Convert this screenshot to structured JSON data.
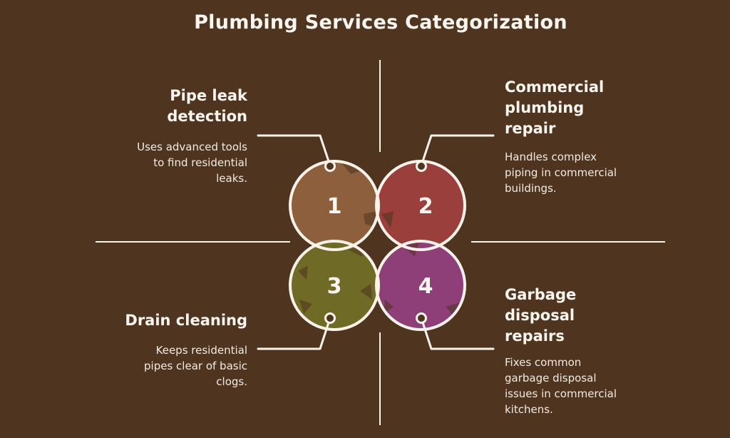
{
  "title": "Plumbing Services Categorization",
  "colors": {
    "background": "#4f3420",
    "line": "#fbf3ea",
    "circle_1": "#8e5f3c",
    "circle_2": "#9a3f3c",
    "circle_3": "#6f6a26",
    "circle_4": "#8e3f78"
  },
  "items": [
    {
      "number": "1",
      "heading": "Pipe leak detection",
      "heading_lines": [
        "Pipe leak",
        "detection"
      ],
      "description_lines": [
        "Uses advanced tools",
        "to find residential",
        "leaks."
      ]
    },
    {
      "number": "2",
      "heading": "Commercial plumbing repair",
      "heading_lines": [
        "Commercial",
        "plumbing",
        "repair"
      ],
      "description_lines": [
        "Handles complex",
        "piping in commercial",
        "buildings."
      ]
    },
    {
      "number": "3",
      "heading": "Drain cleaning",
      "heading_lines": [
        "Drain cleaning"
      ],
      "description_lines": [
        "Keeps residential",
        "pipes clear of basic",
        "clogs."
      ]
    },
    {
      "number": "4",
      "heading": "Garbage disposal repairs",
      "heading_lines": [
        "Garbage",
        "disposal",
        "repairs"
      ],
      "description_lines": [
        "Fixes common",
        "garbage disposal",
        "issues in commercial",
        "kitchens."
      ]
    }
  ]
}
